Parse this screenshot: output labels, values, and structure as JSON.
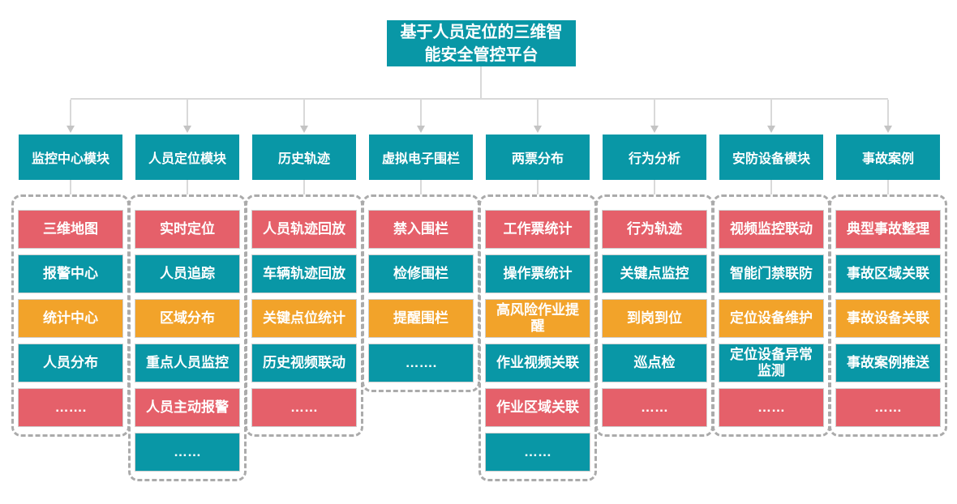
{
  "root": {
    "label": "基于人员定位的三维智\n能安全管控平台"
  },
  "colors": {
    "teal": "#0997A6",
    "red": "#E5606A",
    "orange": "#F2A32A",
    "line": "#D9D9D9",
    "arrow": "#C4C4C4",
    "dashed_border": "#ABABAB",
    "item_border": "#CFCFCF",
    "text": "#FFFFFF",
    "background": "#FFFFFF"
  },
  "columns": [
    {
      "header": "监控中心模块",
      "items": [
        {
          "label": "三维地图",
          "color": "red"
        },
        {
          "label": "报警中心",
          "color": "teal"
        },
        {
          "label": "统计中心",
          "color": "orange"
        },
        {
          "label": "人员分布",
          "color": "teal"
        },
        {
          "label": "…….",
          "color": "red"
        }
      ]
    },
    {
      "header": "人员定位模块",
      "items": [
        {
          "label": "实时定位",
          "color": "red"
        },
        {
          "label": "人员追踪",
          "color": "teal"
        },
        {
          "label": "区域分布",
          "color": "orange"
        },
        {
          "label": "重点人员监控",
          "color": "teal"
        },
        {
          "label": "人员主动报警",
          "color": "red"
        },
        {
          "label": "……",
          "color": "teal"
        }
      ]
    },
    {
      "header": "历史轨迹",
      "items": [
        {
          "label": "人员轨迹回放",
          "color": "red"
        },
        {
          "label": "车辆轨迹回放",
          "color": "teal"
        },
        {
          "label": "关键点位统计",
          "color": "orange"
        },
        {
          "label": "历史视频联动",
          "color": "teal"
        },
        {
          "label": "……",
          "color": "red"
        }
      ]
    },
    {
      "header": "虚拟电子围栏",
      "items": [
        {
          "label": "禁入围栏",
          "color": "red"
        },
        {
          "label": "检修围栏",
          "color": "teal"
        },
        {
          "label": "提醒围栏",
          "color": "orange"
        },
        {
          "label": "…….",
          "color": "teal"
        }
      ]
    },
    {
      "header": "两票分布",
      "items": [
        {
          "label": "工作票统计",
          "color": "red"
        },
        {
          "label": "操作票统计",
          "color": "teal"
        },
        {
          "label": "高风险作业提\n醒",
          "color": "orange"
        },
        {
          "label": "作业视频关联",
          "color": "teal"
        },
        {
          "label": "作业区域关联",
          "color": "red"
        },
        {
          "label": "……",
          "color": "teal"
        }
      ]
    },
    {
      "header": "行为分析",
      "items": [
        {
          "label": "行为轨迹",
          "color": "red"
        },
        {
          "label": "关键点监控",
          "color": "teal"
        },
        {
          "label": "到岗到位",
          "color": "orange"
        },
        {
          "label": "巡点检",
          "color": "teal"
        },
        {
          "label": "……",
          "color": "red"
        }
      ]
    },
    {
      "header": "安防设备模块",
      "items": [
        {
          "label": "视频监控联动",
          "color": "red"
        },
        {
          "label": "智能门禁联防",
          "color": "teal"
        },
        {
          "label": "定位设备维护",
          "color": "orange"
        },
        {
          "label": "定位设备异常\n监测",
          "color": "teal"
        },
        {
          "label": "……",
          "color": "red"
        }
      ]
    },
    {
      "header": "事故案例",
      "items": [
        {
          "label": "典型事故整理",
          "color": "red"
        },
        {
          "label": "事故区域关联",
          "color": "teal"
        },
        {
          "label": "事故设备关联",
          "color": "orange"
        },
        {
          "label": "事故案例推送",
          "color": "teal"
        },
        {
          "label": "……",
          "color": "red"
        }
      ]
    }
  ]
}
